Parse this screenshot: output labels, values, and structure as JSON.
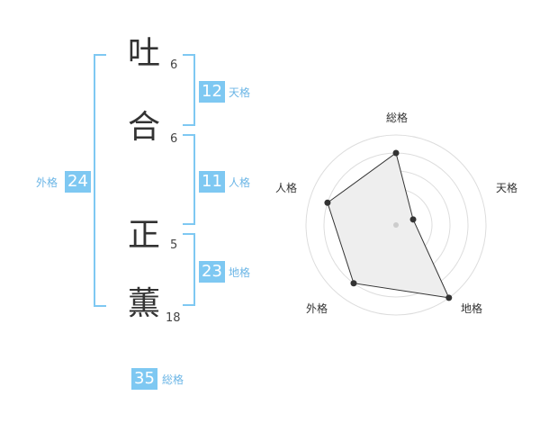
{
  "name": {
    "chars": [
      {
        "char": "吐",
        "strokes": "6"
      },
      {
        "char": "合",
        "strokes": "6"
      },
      {
        "char": "正",
        "strokes": "5"
      },
      {
        "char": "薫",
        "strokes": "18"
      }
    ]
  },
  "fortunes": {
    "tenkaku": {
      "value": "12",
      "label": "天格"
    },
    "jinkaku": {
      "value": "11",
      "label": "人格"
    },
    "chikaku": {
      "value": "23",
      "label": "地格"
    },
    "gaikaku": {
      "value": "24",
      "label": "外格"
    },
    "soukaku": {
      "value": "35",
      "label": "総格"
    }
  },
  "chart_data": {
    "type": "radar",
    "axes": [
      "総格",
      "天格",
      "地格",
      "外格",
      "人格"
    ],
    "values": [
      0.8,
      0.2,
      1.0,
      0.8,
      0.8
    ],
    "max": 1.0,
    "rings": 5
  },
  "colors": {
    "accent": "#7ec8f2",
    "label": "#6cb6e6",
    "radar_fill": "#eeeeee"
  }
}
